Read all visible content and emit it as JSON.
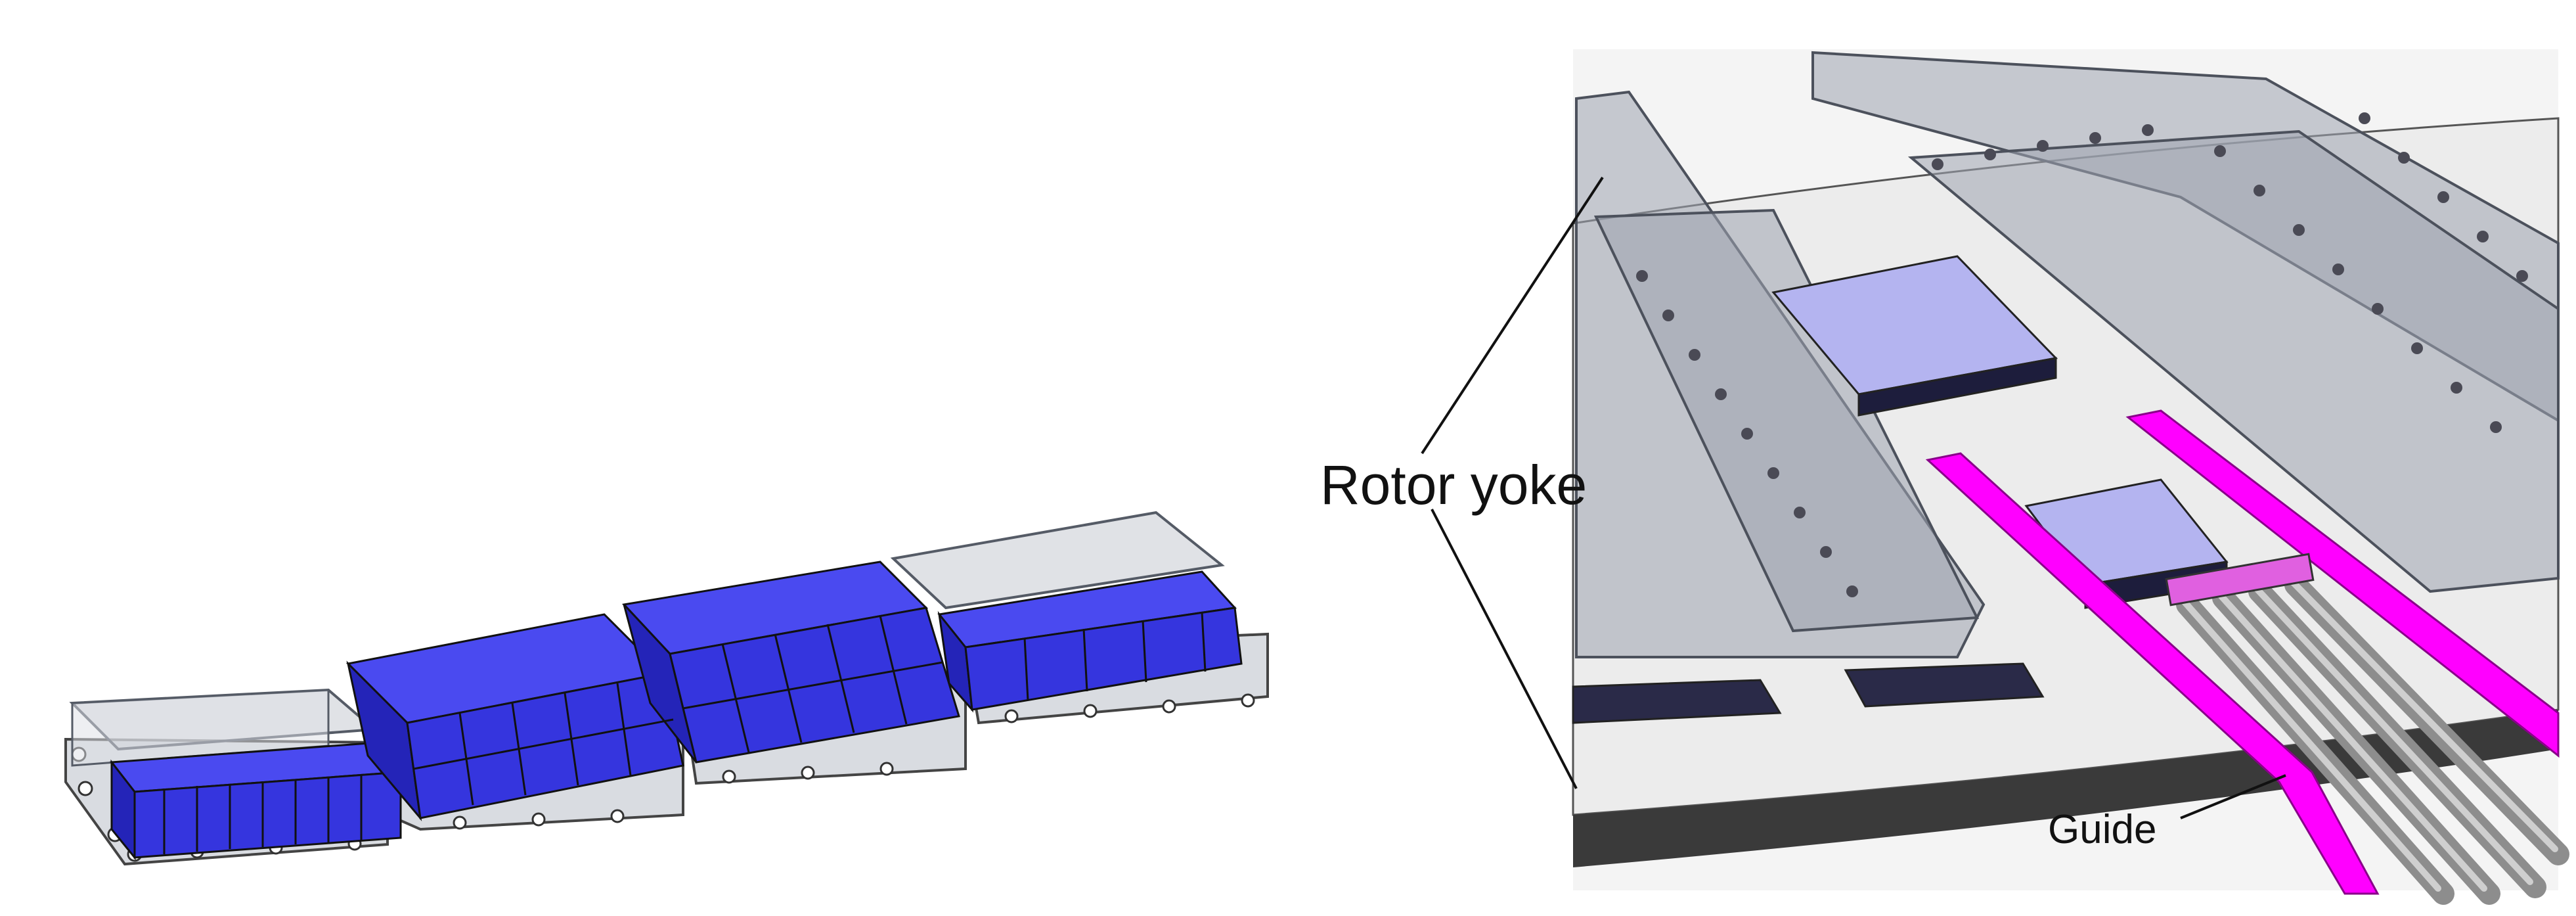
{
  "labels": {
    "rotor_yoke": "Rotor yoke",
    "guide": "Guide"
  },
  "colors": {
    "magnet": "#3333e6",
    "magnet_side": "#2222b0",
    "housing_glass": "#b7bcc6",
    "glass_stroke": "#555b66",
    "base_plate": "#cfd2d8",
    "guide": "#ff00ff",
    "lavender_block": "#b3b3f2",
    "dark_block_side": "#1c1c3a",
    "rotor_disc": "#eeeeee",
    "rotor_edge": "#3b3b3b"
  },
  "left_assembly": {
    "module_count": 4
  }
}
